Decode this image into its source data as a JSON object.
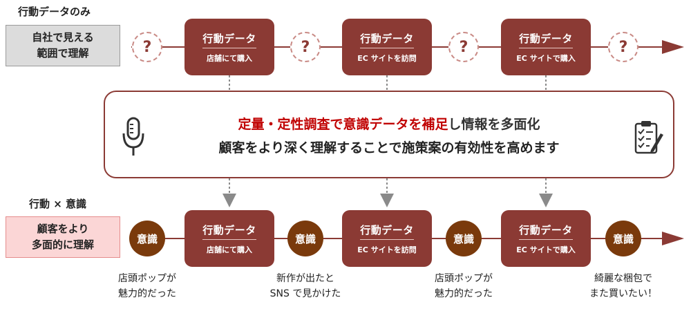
{
  "top_row": {
    "section_label": "行動データのみ",
    "side_box": {
      "line1": "自社で見える",
      "line2": "範囲で理解"
    },
    "unknown_marker": "?",
    "steps": [
      {
        "title": "行動データ",
        "sub": "店舗にて購入"
      },
      {
        "title": "行動データ",
        "sub": "EC サイトを訪問"
      },
      {
        "title": "行動データ",
        "sub": "EC サイトで購入"
      }
    ]
  },
  "center": {
    "line1_highlight": "定量・定性調査で意識データを補足",
    "line1_rest": "し情報を多面化",
    "line2": "顧客をより深く理解することで施策案の有効性を高めます",
    "left_icon": "microphone-icon",
    "right_icon": "clipboard-checklist-icon"
  },
  "bottom_row": {
    "section_label": "行動 × 意識",
    "side_box": {
      "line1": "顧客をより",
      "line2": "多面的に理解"
    },
    "consciousness_label": "意識",
    "steps": [
      {
        "title": "行動データ",
        "sub": "店舗にて購入"
      },
      {
        "title": "行動データ",
        "sub": "EC サイトを訪問"
      },
      {
        "title": "行動データ",
        "sub": "EC サイトで購入"
      }
    ],
    "captions": [
      {
        "line1": "店頭ポップが",
        "line2": "魅力的だった"
      },
      {
        "line1": "新作が出たと",
        "line2": "SNS で見かけた"
      },
      {
        "line1": "店頭ポップが",
        "line2": "魅力的だった"
      },
      {
        "line1": "綺麗な梱包で",
        "line2": "また買いたい！"
      }
    ]
  },
  "colors": {
    "step_fill": "#8b3a34",
    "consciousness_fill": "#7a3a0c",
    "highlight_text": "#c00000",
    "gray_box": "#dcdcdc",
    "pink_box": "#fbd6d6"
  }
}
